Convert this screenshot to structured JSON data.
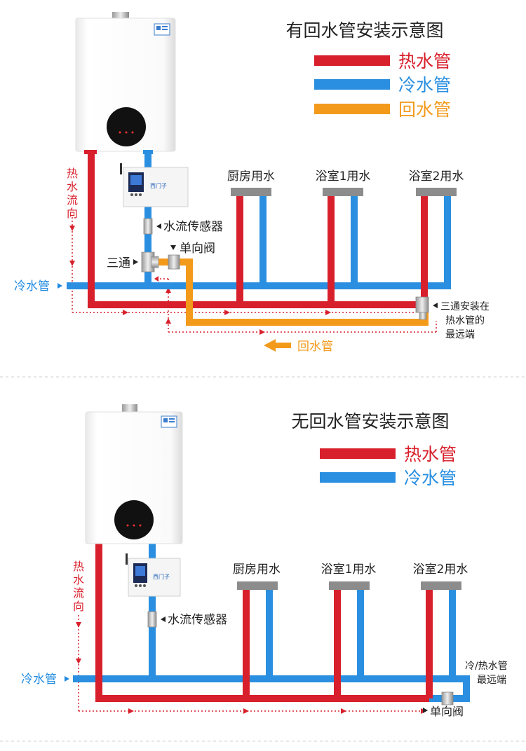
{
  "colors": {
    "hot": "#d8202c",
    "cold": "#2a8fe0",
    "return": "#f39a1b",
    "fixture": "#8c8c8c",
    "label_blue": "#1f8ae0",
    "label_red": "#d8202c",
    "label_orange": "#f39a1b"
  },
  "top": {
    "title": "有回水管安装示意图",
    "legend": [
      {
        "label": "热水管",
        "color": "#d8202c"
      },
      {
        "label": "冷水管",
        "color": "#2a8fe0"
      },
      {
        "label": "回水管",
        "color": "#f39a1b"
      }
    ],
    "fixtures": [
      "厨房用水",
      "浴室1用水",
      "浴室2用水"
    ],
    "flow_label": "热水流向",
    "cold_label": "冷水管",
    "sensor_label": "水流传感器",
    "tee_label": "三通",
    "check_valve_label": "单向阀",
    "tee_note": [
      "三通安装在",
      "热水管的",
      "最远端"
    ],
    "return_label": "回水管",
    "pump_brand": "西门子",
    "heater_icon": "gas-water-heater"
  },
  "bottom": {
    "title": "无回水管安装示意图",
    "legend": [
      {
        "label": "热水管",
        "color": "#d8202c"
      },
      {
        "label": "冷水管",
        "color": "#2a8fe0"
      }
    ],
    "fixtures": [
      "厨房用水",
      "浴室1用水",
      "浴室2用水"
    ],
    "flow_label": "热水流向",
    "cold_label": "冷水管",
    "sensor_label": "水流传感器",
    "far_end_note": [
      "冷/热水管",
      "最远端"
    ],
    "check_valve_label": "单向阀",
    "pump_brand": "西门子",
    "heater_icon": "gas-water-heater"
  }
}
